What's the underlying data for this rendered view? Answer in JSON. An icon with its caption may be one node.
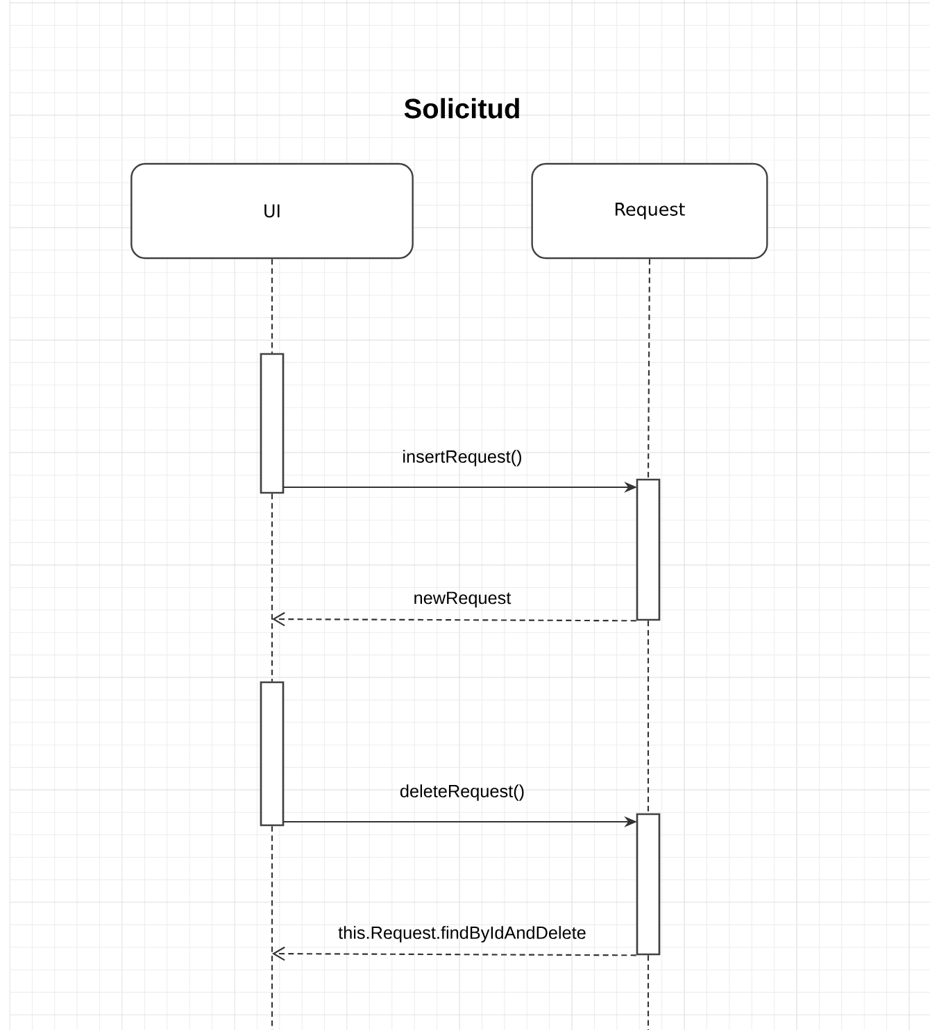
{
  "diagram": {
    "title": "Solicitud",
    "nodes": [
      {
        "text": [
          "UI"
        ]
      },
      {
        "text": [
          "Request"
        ]
      },
      {
        "text": [],
        "shape": "bar"
      },
      {
        "text": [],
        "shape": "bar"
      },
      {
        "text": [],
        "shape": "bar"
      },
      {
        "text": [],
        "shape": "bar"
      }
    ],
    "edges": [
      {
        "from": 0,
        "to": 2,
        "arrow": "none",
        "style": "dashed"
      },
      {
        "from": 2,
        "to": 4,
        "arrow": "none",
        "style": "dashed"
      },
      {
        "from": 4,
        "to": null,
        "arrow": "none",
        "style": "dashed"
      },
      {
        "from": 1,
        "to": 3,
        "arrow": "none",
        "style": "dashed"
      },
      {
        "from": 3,
        "to": 5,
        "arrow": "none",
        "style": "dashed"
      },
      {
        "from": 5,
        "to": null,
        "arrow": "none",
        "style": "dashed"
      },
      {
        "from": 2,
        "to": 3,
        "arrow": "to",
        "label": "insertRequest()"
      },
      {
        "from": 3,
        "to": null,
        "arrow": "to",
        "style": "dashed",
        "label": "newRequest"
      },
      {
        "from": 4,
        "to": 5,
        "arrow": "to",
        "label": "deleteRequest()"
      },
      {
        "from": 5,
        "to": null,
        "arrow": "to",
        "style": "dashed",
        "label": "this.Request.findByIdAndDelete"
      }
    ]
  }
}
